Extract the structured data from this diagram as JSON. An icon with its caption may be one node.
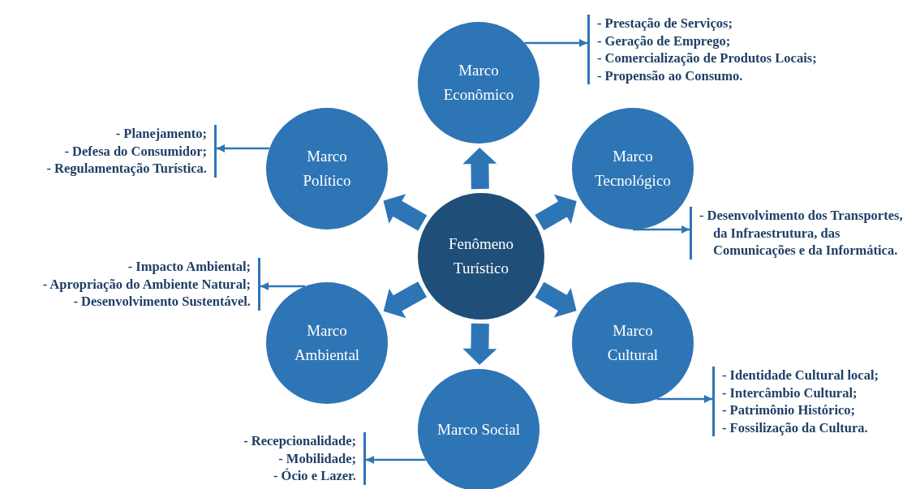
{
  "diagram": {
    "nodes": [
      {
        "text": [
          "Fenômeno Turístico"
        ]
      },
      {
        "text": [
          "Marco Econômico"
        ]
      },
      {
        "text": [
          "Marco Tecnológico"
        ]
      },
      {
        "text": [
          "Marco Cultural"
        ]
      },
      {
        "text": [
          "Marco Social"
        ]
      },
      {
        "text": [
          "Marco Ambiental"
        ]
      },
      {
        "text": [
          "Marco Político"
        ]
      },
      {
        "text": [
          "- Prestação de Serviços;",
          "- Geração de Emprego;",
          "- Comercialização de Produtos Locais;",
          "- Propensão ao Consumo."
        ]
      },
      {
        "text": [
          "- Desenvolvimento dos Transportes, da Infraestrutura, das Comunicações e da Informática."
        ]
      },
      {
        "text": [
          "- Identidade Cultural local;",
          "- Intercâmbio Cultural;",
          "- Patrimônio Histórico;",
          "- Fossilização da Cultura."
        ]
      },
      {
        "text": [
          "- Recepcionalidade;",
          "- Mobilidade;",
          "- Ócio e Lazer."
        ]
      },
      {
        "text": [
          "- Impacto Ambiental;",
          "- Apropriação do Ambiente Natural;",
          "- Desenvolvimento Sustentável."
        ]
      },
      {
        "text": [
          "- Planejamento;",
          "- Defesa do Consumidor;",
          "- Regulamentação Turística."
        ]
      }
    ],
    "edges": [
      {
        "from": 0,
        "to": 1,
        "arrow": "to",
        "style": "thick"
      },
      {
        "from": 0,
        "to": 2,
        "arrow": "to",
        "style": "thick"
      },
      {
        "from": 0,
        "to": 3,
        "arrow": "to",
        "style": "thick"
      },
      {
        "from": 0,
        "to": 4,
        "arrow": "to",
        "style": "thick"
      },
      {
        "from": 0,
        "to": 5,
        "arrow": "to",
        "style": "thick"
      },
      {
        "from": 0,
        "to": 6,
        "arrow": "to",
        "style": "thick"
      },
      {
        "from": 1,
        "to": 7,
        "arrow": "to"
      },
      {
        "from": 2,
        "to": 8,
        "arrow": "to"
      },
      {
        "from": 3,
        "to": 9,
        "arrow": "to"
      },
      {
        "from": 4,
        "to": 10,
        "arrow": "to"
      },
      {
        "from": 5,
        "to": 11,
        "arrow": "to"
      },
      {
        "from": 6,
        "to": 12,
        "arrow": "to"
      }
    ]
  }
}
